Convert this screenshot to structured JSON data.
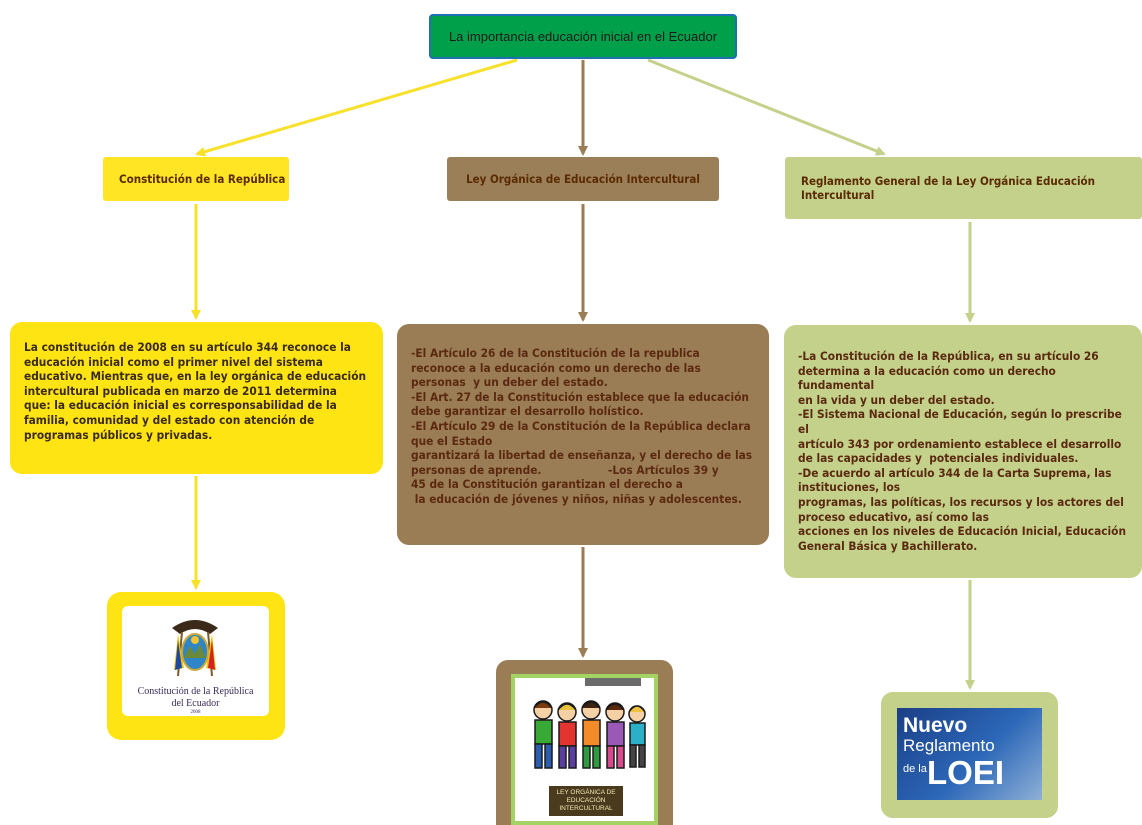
{
  "root": {
    "label": "La importancia educación inicial en el Ecuador"
  },
  "branches": [
    {
      "title": "Constitución de la República",
      "body": "La constitución de 2008 en su artículo 344 reconoce la\neducación inicial como el primer nivel del sistema\neducativo. Mientras que, en la ley orgánica de educación\nintercultural publicada en marzo de 2011 determina\nque: la educación inicial es corresponsabilidad de la\nfamilia, comunidad y del estado con atención de\nprogramas públicos y privadas.",
      "image_caption": [
        "Constitución de la República",
        "del Ecuador",
        "2008"
      ],
      "color": "#ffe414"
    },
    {
      "title": "Ley Orgánica de Educación Intercultural",
      "body": "-El Artículo 26 de la Constitución de la republica\nreconoce a la educación como un derecho de las\npersonas  y un deber del estado.\n-El Art. 27 de la Constitución establece que la educación\ndebe garantizar el desarrollo holístico.\n-El Artículo 29 de la Constitución de la República declara\nque el Estado\ngarantizará la libertad de enseñanza, y el derecho de las\npersonas de aprende.                  -Los Artículos 39 y\n45 de la Constitución garantizan el derecho a\n la educación de jóvenes y niños, niñas y adolescentes.",
      "image_caption": [
        "LEY ORGÁNICA DE",
        "EDUCACIÓN",
        "INTERCULTURAL"
      ],
      "color": "#9b7d55"
    },
    {
      "title": "Reglamento General de la Ley Orgánica Educación Intercultural",
      "body": "-La Constitución de la República, en su artículo 26\ndetermina a la educación como un derecho fundamental\nen la vida y un deber del estado.\n-El Sistema Nacional de Educación, según lo prescribe el\nartículo 343 por ordenamiento establece el desarrollo\nde las capacidades y  potenciales individuales.\n-De acuerdo al artículo 344 de la Carta Suprema, las\ninstituciones, los\nprogramas, las políticas, los recursos y los actores del\nproceso educativo, así como las\nacciones en los niveles de Educación Inicial, Educación\nGeneral Básica y Bachillerato.",
      "image_caption": [
        "Nuevo",
        "Reglamento",
        "de la",
        "LOEI"
      ],
      "color": "#c3d18b"
    }
  ],
  "colors": {
    "root": "#00a04a",
    "root_border": "#1e6fb3",
    "text_dark": "#5a2910"
  },
  "icons": [
    "ecuador-coat-of-arms-icon",
    "children-group-icon",
    "loei-book-cover-icon"
  ]
}
